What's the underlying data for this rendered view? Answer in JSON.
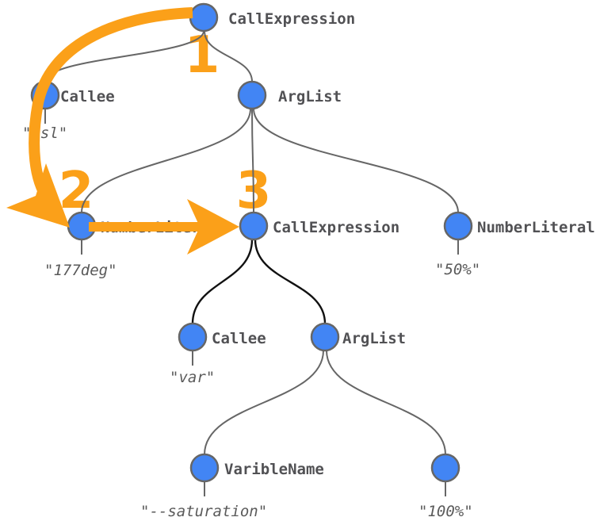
{
  "colors": {
    "node-fill": "#4285f4",
    "node-stroke": "#666666",
    "edge-gray": "#666666",
    "edge-dark": "#111111",
    "label-color": "#515154",
    "value-color": "#5a5a5a",
    "accent": "#fba019"
  },
  "nodes": {
    "root": {
      "label": "CallExpression"
    },
    "callee1": {
      "label": "Callee",
      "value": "\"hsl\""
    },
    "arglist1": {
      "label": "ArgList"
    },
    "hue": {
      "label": "NumberLiteral",
      "value": "\"177deg\""
    },
    "call2": {
      "label": "CallExpression"
    },
    "percent50": {
      "label": "NumberLiteral",
      "value": "\"50%\""
    },
    "callee2": {
      "label": "Callee",
      "value": "\"var\""
    },
    "arglist2": {
      "label": "ArgList"
    },
    "varname": {
      "label": "VaribleName",
      "value": "\"--saturation\""
    },
    "fallback": {
      "value": "\"100%\""
    }
  },
  "steps": {
    "one": "1",
    "two": "2",
    "three": "3"
  }
}
